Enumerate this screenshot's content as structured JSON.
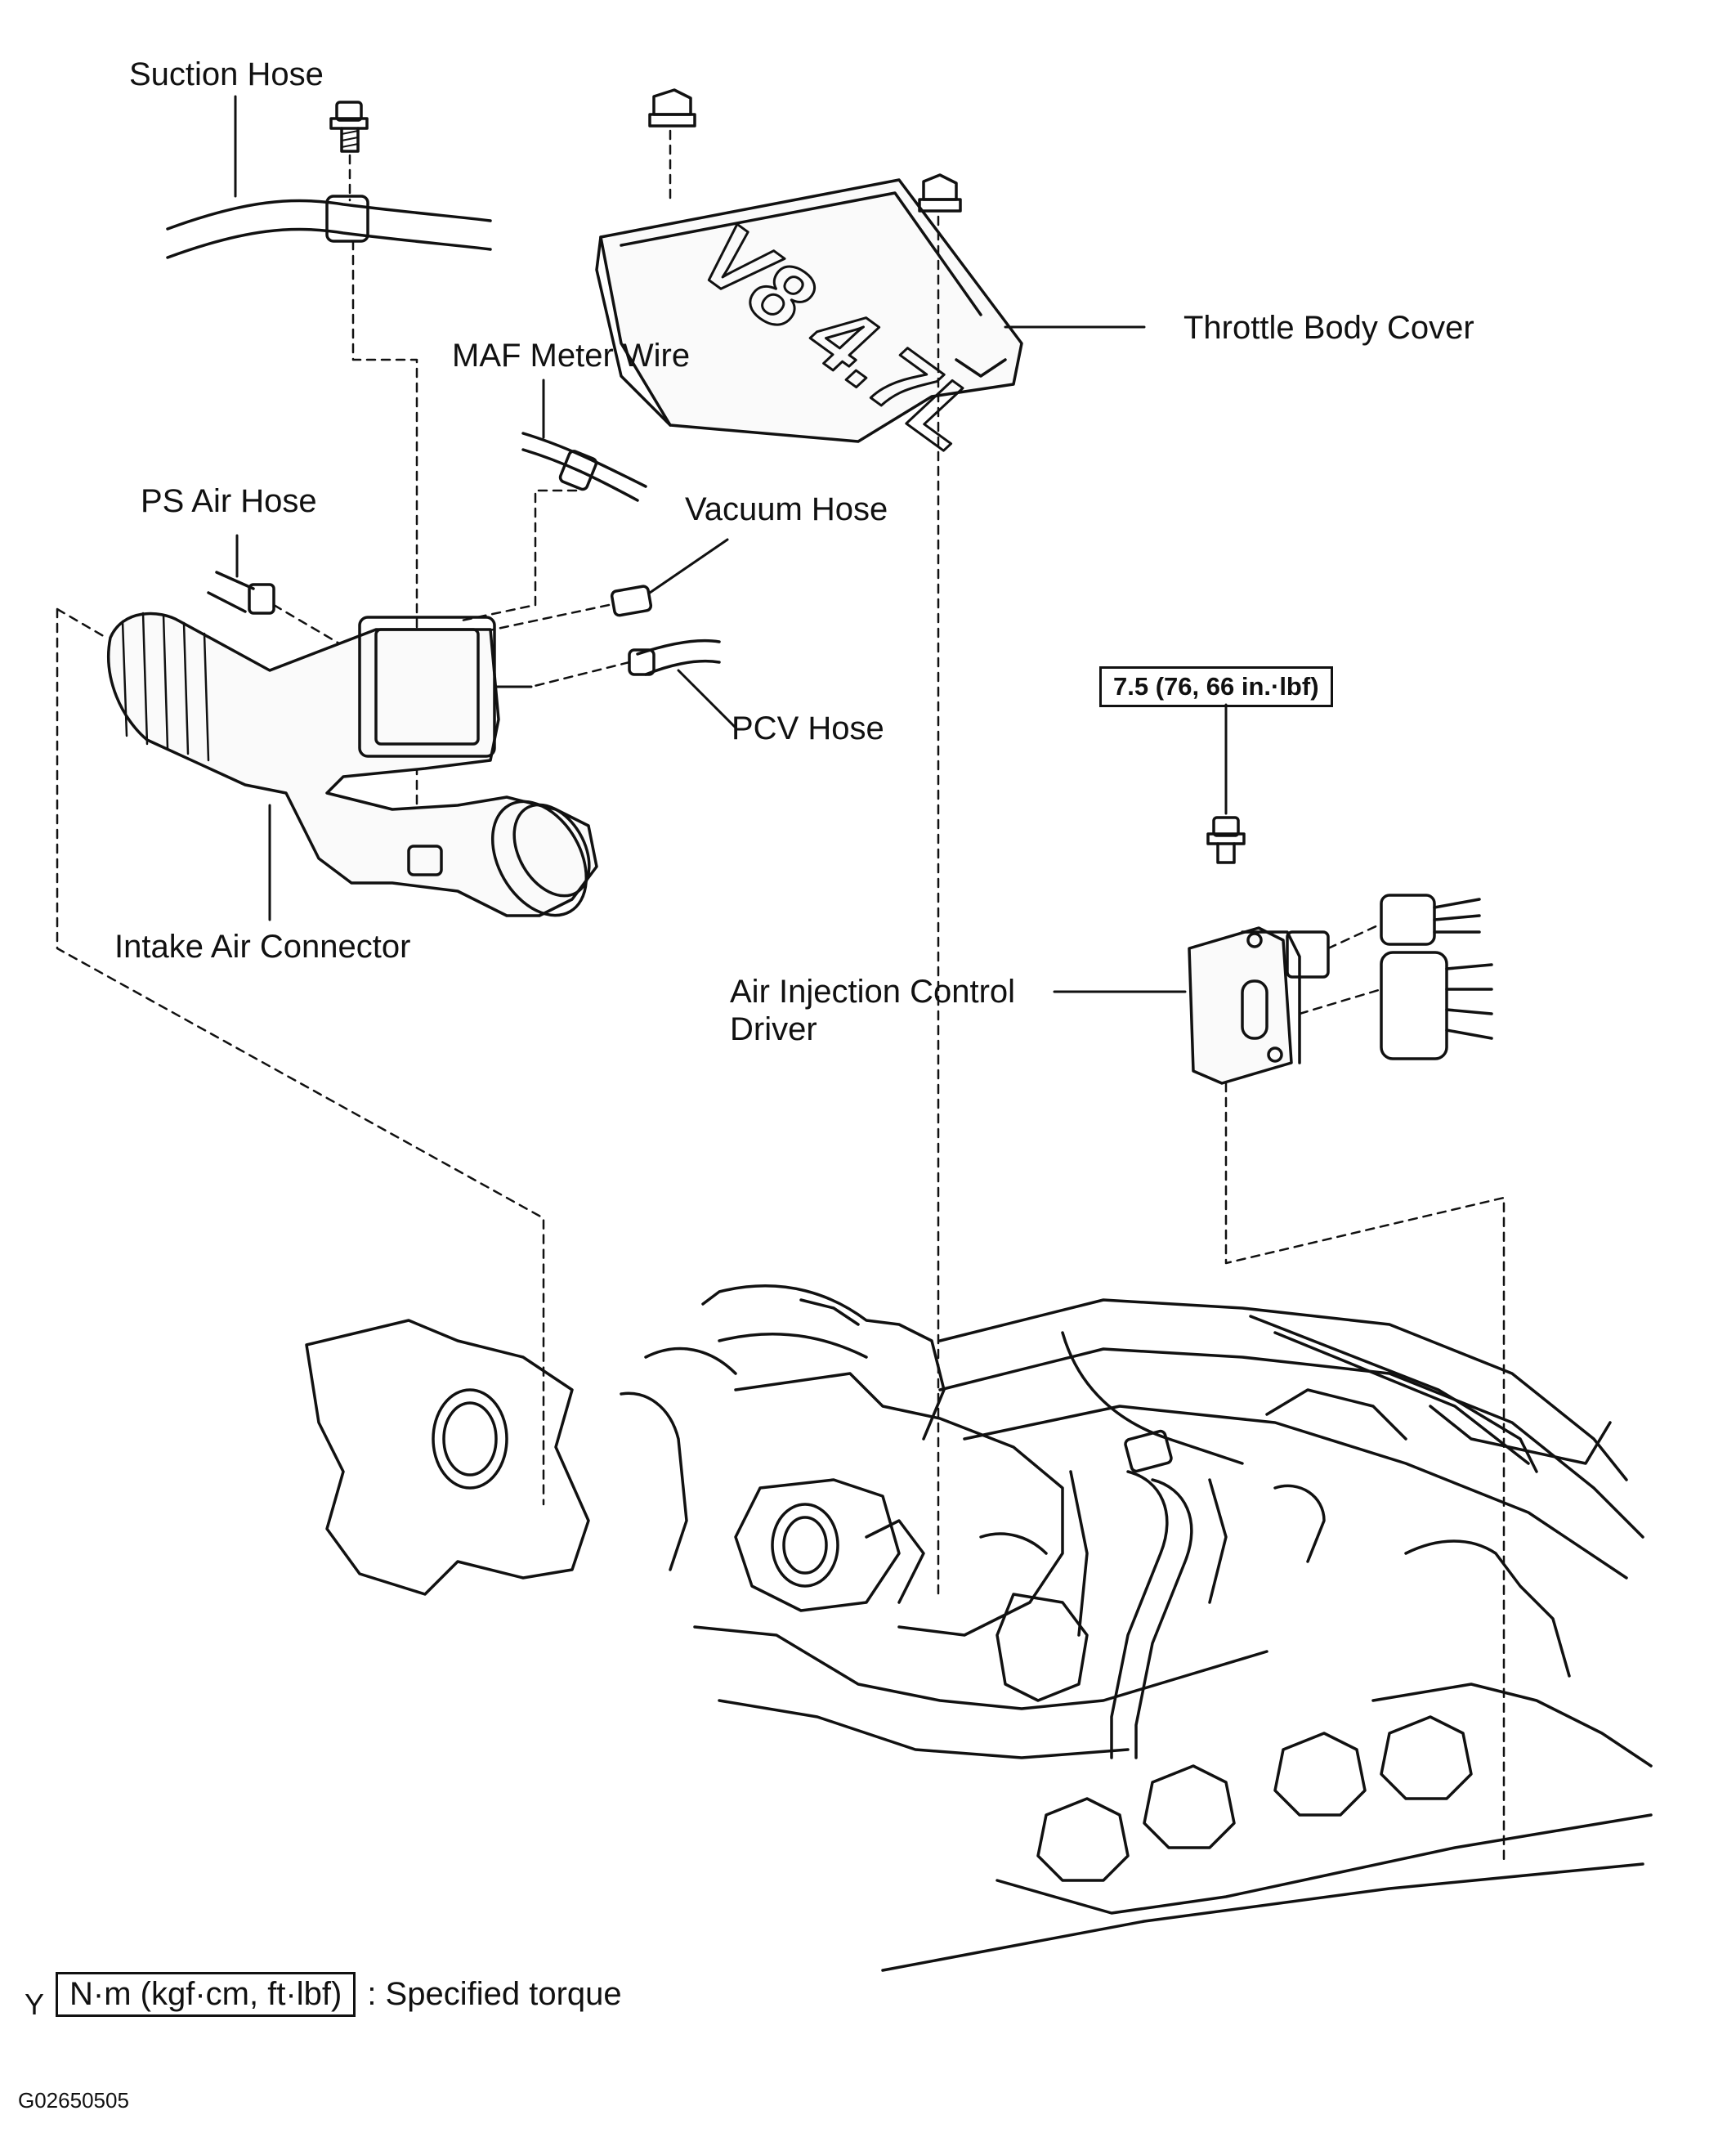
{
  "labels": {
    "suction_hose": "Suction Hose",
    "throttle_body_cover": "Throttle Body Cover",
    "maf_meter_wire": "MAF Meter Wire",
    "ps_air_hose": "PS Air Hose",
    "vacuum_hose": "Vacuum Hose",
    "pcv_hose": "PCV Hose",
    "intake_air_connector": "Intake Air Connector",
    "air_injection_control_driver": "Air Injection Control Driver"
  },
  "torque_spec": "7.5 (76, 66 in.·lbf)",
  "cover_emblem": "V8 4.7L",
  "legend": {
    "symbol": "Y",
    "unit": "N·m (kgf·cm, ft·lbf)",
    "text": ": Specified torque"
  },
  "figure_id": "G02650505"
}
